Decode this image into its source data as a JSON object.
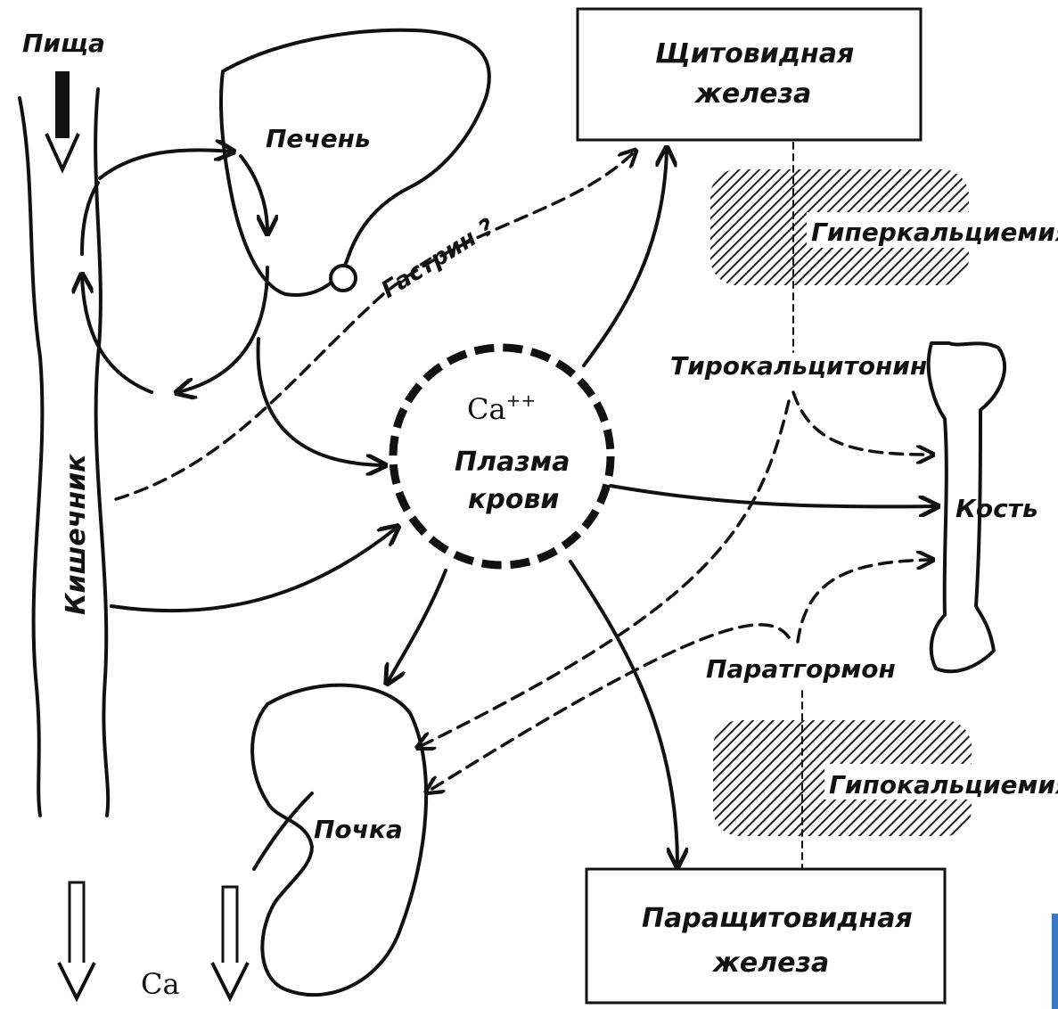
{
  "labels": {
    "food": "Пища",
    "liver": "Печень",
    "intestine": "Кишечник",
    "gastrin": "Гастрин ?",
    "thyroid_line1": "Щитовидная",
    "thyroid_line2": "железа",
    "hypercalcemia": "Гиперкальциемия",
    "thyrocalcitonin": "Тирокальцитонин",
    "calcium": "Ca",
    "calcium_charge": "++",
    "plasma_line1": "Плазма",
    "plasma_line2": "крови",
    "bone": "Кость",
    "parathormone": "Паратгормон",
    "hypocalcemia": "Гипокальциемия",
    "kidney": "Почка",
    "parathyroid_line1": "Паращитовидная",
    "parathyroid_line2": "железа",
    "excreted_ca": "Ca"
  },
  "colors": {
    "ink": "#111111",
    "background": "#ffffff",
    "accent_edge": "#3b78c4"
  }
}
